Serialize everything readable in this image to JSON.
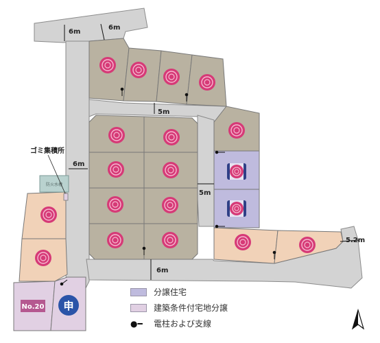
{
  "road_widths": {
    "top_left": "6m",
    "top_right": "6m",
    "upper_mid": "5m",
    "left": "6m",
    "right_mid": "5m",
    "bottom": "6m",
    "far_right": "5.2m"
  },
  "garbage_label": "ゴミ集積所",
  "small_box_label": "防火水槽",
  "lot_number": "No.20",
  "applied_badge": "申",
  "legend": {
    "sale_house": "分譲住宅",
    "conditional_land": "建築条件付宅地分譲",
    "utility_pole": "電柱および支線"
  },
  "colors": {
    "road": "#d3d3d3",
    "sold_lot": "#b9b2a1",
    "sale_house": "#bfbbde",
    "conditional_land": "#e1d0e3",
    "orange_lot": "#f1d2b8",
    "rose": "#d63a77",
    "badge_blue": "#2a54a8",
    "lot_label_bg": "#b55890"
  }
}
